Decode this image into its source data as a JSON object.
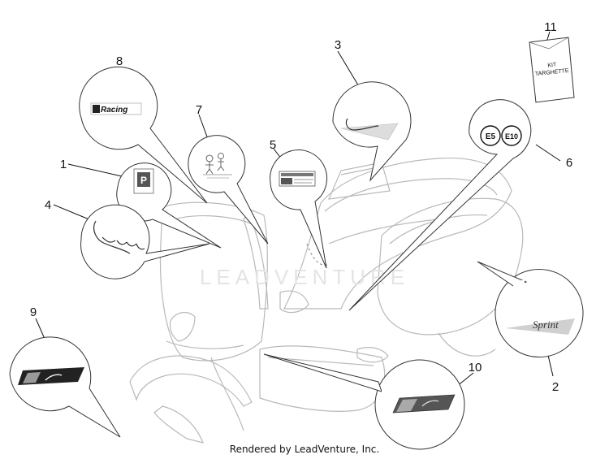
{
  "callouts": [
    {
      "id": "1",
      "label": "1"
    },
    {
      "id": "2",
      "label": "2"
    },
    {
      "id": "3",
      "label": "3"
    },
    {
      "id": "4",
      "label": "4"
    },
    {
      "id": "5",
      "label": "5"
    },
    {
      "id": "6",
      "label": "6"
    },
    {
      "id": "7",
      "label": "7"
    },
    {
      "id": "8",
      "label": "8"
    },
    {
      "id": "9",
      "label": "9"
    },
    {
      "id": "10",
      "label": "10"
    },
    {
      "id": "11",
      "label": "11"
    }
  ],
  "decals": {
    "racing": "Racing",
    "p_badge": "P",
    "e5": "E5",
    "e10": "E10",
    "kit_line1": "KIT",
    "kit_line2": "TARGHETTE",
    "sprint": "Sprint"
  },
  "watermark": "LEADVENTURE",
  "footer": "Rendered by LeadVenture, Inc."
}
